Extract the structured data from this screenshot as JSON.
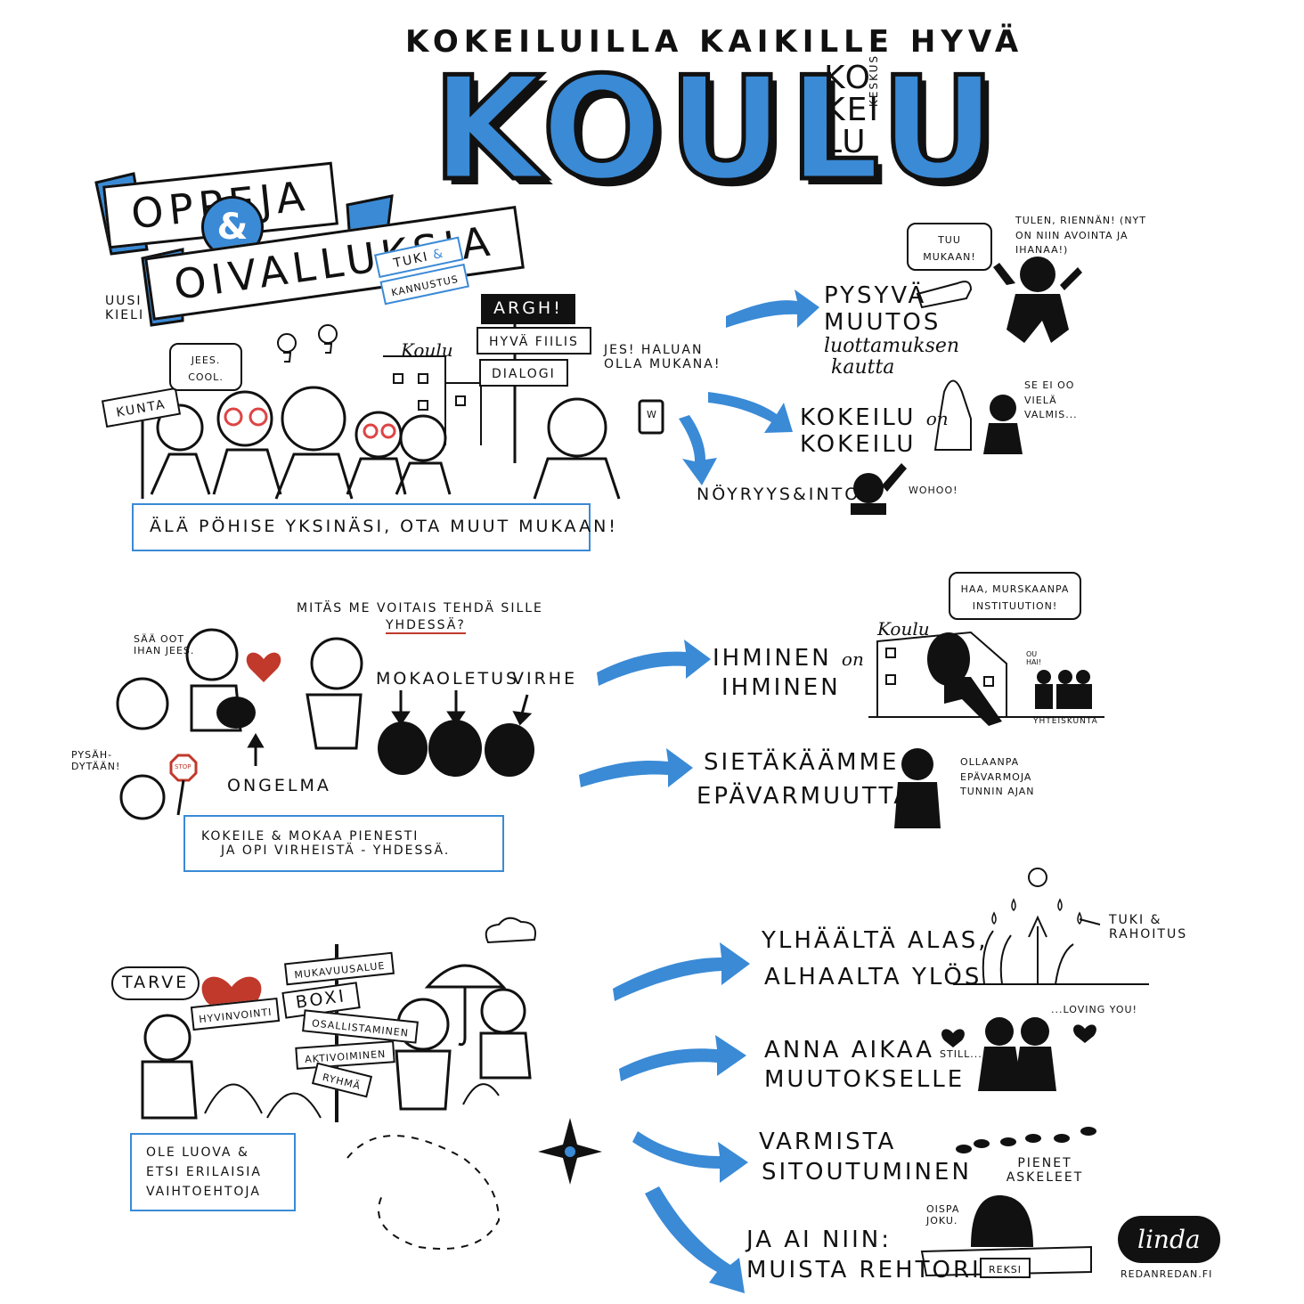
{
  "header": {
    "subtitle": "KOKEILUILLA KAIKILLE HYVÄ",
    "title": "KOULU",
    "logo_lines": [
      "KO",
      "KEI",
      "LU"
    ],
    "logo_small": "KESKUS"
  },
  "section1": {
    "banner_top": "OPPEJA",
    "banner_amp": "&",
    "banner_bottom": "OIVALLUKSIA",
    "uusi_kieli": "UUSI KIELI",
    "kunta": "KUNTA",
    "jees": "JEES. COOL.",
    "koulu_building": "Koulu",
    "tuki": "TUKI",
    "tuki_amp": "&",
    "kannustus": "KANNUSTUS",
    "sign_argh": "ARGH!",
    "sign_hyva": "HYVÄ FIILIS",
    "sign_dialogi": "DIALOGI",
    "jes": "JES! HALUAN OLLA MUKANA!",
    "phone_letter": "W",
    "box": "ÄLÄ PÖHISE YKSINÄSI, OTA MUUT MUKAAN!",
    "out1_line1": "PYSYVÄ",
    "out1_line2": "MUUTOS",
    "out1_script1": "luottamuksen",
    "out1_script2": "kautta",
    "tuu": "TUU MUKAAN!",
    "tulen": "TULEN, RIENNÄN! (NYT ON NIIN AVOINTA JA IHANAA!)",
    "out2_line1": "KOKEILU",
    "out2_on": "on",
    "out2_line2": "KOKEILU",
    "se_ei": "SE EI OO VIELÄ VALMIS...",
    "out3": "NÖYRYYS&INTO",
    "wohoo": "WOHOO!"
  },
  "section2": {
    "saa_oot": "SÄÄ OOT IHAN JEES.",
    "mitas": "MITÄS ME VOITAIS TEHDÄ SILLE",
    "yhdessa": "YHDESSÄ?",
    "moka": "MOKA",
    "oletus": "OLETUS",
    "virhe": "VIRHE",
    "pysah": "PYSÄH- DYTÄÄN!",
    "stop": "STOP",
    "ongelma": "ONGELMA",
    "box_line1": "KOKEILE & MOKAA PIENESTI",
    "box_line2": "JA OPI VIRHEISTÄ - YHDESSÄ.",
    "out1_line1": "IHMINEN",
    "out1_on": "on",
    "out1_line2": "IHMINEN",
    "haa": "HAA, MURSKAANPA INSTITUUTION!",
    "koulu_script": "Koulu",
    "ou_hai": "OU HAI!",
    "yhteiskunta": "YHTEISKUNTA",
    "out2_line1": "SIETÄKÄÄMME",
    "out2_line2": "EPÄVARMUUTTA",
    "ollaanpa": "OLLAANPA EPÄVARMOJA TUNNIN AJAN"
  },
  "section3": {
    "tarve": "TARVE",
    "hyvinvointi": "HYVINVOINTI",
    "signs": [
      "MUKAVUUSALUE",
      "BOXI",
      "OSALLISTAMINEN",
      "AKTIVOIMINEN",
      "RYHMÄ"
    ],
    "box_line1": "OLE LUOVA &",
    "box_line2": "ETSI ERILAISIA",
    "box_line3": "VAIHTOEHTOJA",
    "out1_line1": "YLHÄÄLTÄ ALAS,",
    "out1_line2": "ALHAALTA YLÖS",
    "tuki_rahoitus": "TUKI & RAHOITUS",
    "out2_line1": "ANNA AIKAA",
    "out2_line2": "MUUTOKSELLE",
    "still": "STILL...",
    "loving": "...LOVING YOU!",
    "out3_line1": "VARMISTA",
    "out3_line2": "SITOUTUMINEN",
    "pienet": "PIENET ASKELEET",
    "out4_line1": "JA AI NIIN:",
    "out4_line2": "MUISTA REHTORI.",
    "oispa": "OISPA JOKU.",
    "reksi": "REKSI"
  },
  "footer": {
    "signature": "linda",
    "site": "REDANREDAN.FI"
  },
  "colors": {
    "accent": "#3a8ad6",
    "ink": "#111111",
    "heart": "#c0392b"
  }
}
